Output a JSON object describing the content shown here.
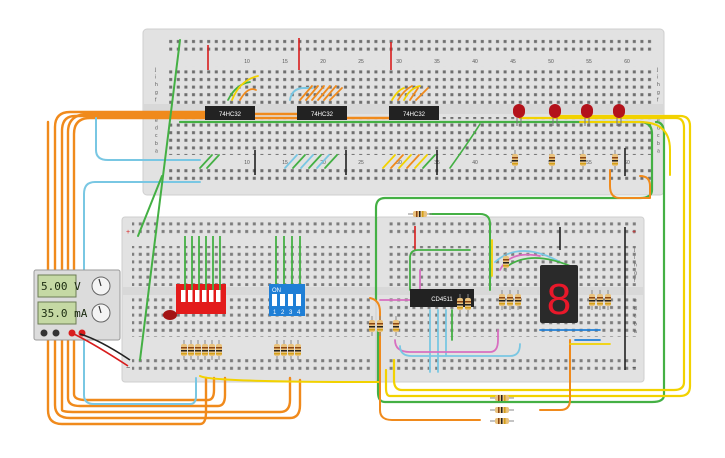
{
  "canvas": {
    "background": "#ffffff"
  },
  "chips": {
    "top_1": "74HC32",
    "top_2": "74HC32",
    "top_3": "74HC32",
    "decoder": "CD4511"
  },
  "dip_switch_blue": {
    "on_label": "ON",
    "positions": [
      "1",
      "2",
      "3",
      "4"
    ]
  },
  "power_supply": {
    "voltage": "5.00 V",
    "current": "35.0 mA"
  },
  "breadboard_top": {
    "column_numbers": [
      "10",
      "15",
      "20",
      "25",
      "30",
      "35",
      "40",
      "45",
      "50",
      "55",
      "60"
    ],
    "row_letters": [
      "j",
      "i",
      "h",
      "g",
      "f",
      "e",
      "d",
      "c",
      "b",
      "a"
    ]
  },
  "breadboard_lower": {
    "row_letters": [
      "j",
      "i",
      "h",
      "g",
      "f",
      "e",
      "d",
      "c",
      "b",
      "a"
    ],
    "rail_plus": "+",
    "rail_minus": "−"
  },
  "seven_segment": {
    "digit": "8",
    "color": "#e8182a"
  },
  "led_color": "#b3121b",
  "wire_colors": {
    "orange": "#f08a1c",
    "yellow": "#f2d200",
    "green": "#44b044",
    "light_blue": "#79c7e3",
    "red": "#d81d1d",
    "black": "#222222",
    "pink": "#d86fc0"
  }
}
